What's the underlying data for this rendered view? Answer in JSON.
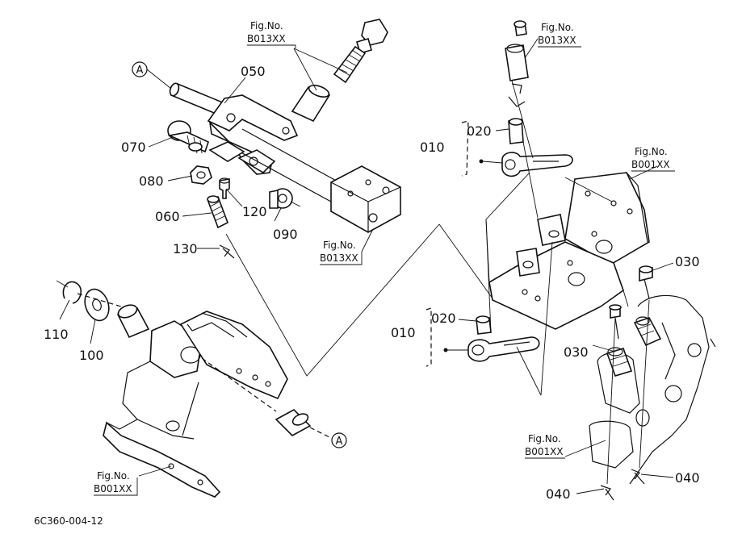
{
  "diagram": {
    "part_labels": {
      "p010_upper": "010",
      "p010_lower": "010",
      "p020_upper": "020",
      "p020_lower": "020",
      "p030_right": "030",
      "p030_mid": "030",
      "p040_right": "040",
      "p040_left": "040",
      "p050": "050",
      "p060": "060",
      "p070": "070",
      "p080": "080",
      "p090": "090",
      "p100": "100",
      "p110": "110",
      "p120": "120",
      "p130": "130"
    },
    "reference_markers": {
      "a_top": "A",
      "a_bottom": "A"
    },
    "figure_refs": [
      {
        "line1": "Fig.No.",
        "line2": "B013XX"
      },
      {
        "line1": "Fig.No.",
        "line2": "B013XX"
      },
      {
        "line1": "Fig.No.",
        "line2": "B013XX"
      },
      {
        "line1": "Fig.No.",
        "line2": "B001XX"
      },
      {
        "line1": "Fig.No.",
        "line2": "B001XX"
      },
      {
        "line1": "Fig.No.",
        "line2": "B001XX"
      }
    ],
    "drawing_code": "6C360-004-12"
  }
}
